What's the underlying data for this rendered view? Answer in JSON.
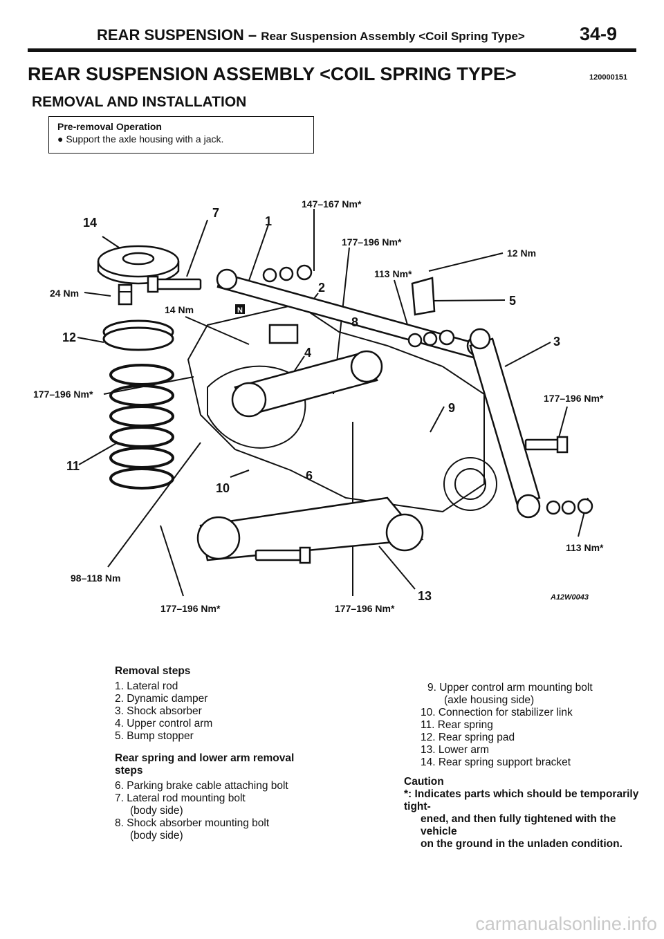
{
  "header": {
    "main": "REAR SUSPENSION",
    "dash": " – ",
    "sub": "Rear Suspension Assembly <Coil Spring Type>",
    "page": "34-9"
  },
  "title": "REAR SUSPENSION ASSEMBLY <COIL SPRING TYPE>",
  "doc_code": "120000151",
  "section": "REMOVAL AND INSTALLATION",
  "pre_removal": {
    "heading": "Pre-removal Operation",
    "items": [
      "●  Support the axle housing with a jack."
    ]
  },
  "diagram": {
    "figure_code": "A12W0043",
    "torque_labels": {
      "t147": "147–167 Nm*",
      "t177_top": "177–196 Nm*",
      "t12": "12 Nm",
      "t113_top": "113 Nm*",
      "t24": "24 Nm",
      "t14": "14 Nm",
      "t177_left": "177–196 Nm*",
      "t177_right": "177–196 Nm*",
      "t113_right": "113 Nm*",
      "t98": "98–118 Nm",
      "t177_bl": "177–196 Nm*",
      "t177_bm": "177–196 Nm*"
    },
    "part_numbers": {
      "n14": "14",
      "n7": "7",
      "n1": "1",
      "n2": "2",
      "n5": "5",
      "n12": "12",
      "n8": "8",
      "n3": "3",
      "n4": "4",
      "n9": "9",
      "n11": "11",
      "n6": "6",
      "n10": "10",
      "n13": "13"
    }
  },
  "removal": {
    "heading": "Removal steps",
    "items": [
      "1. Lateral rod",
      "2. Dynamic damper",
      "3. Shock absorber",
      "4. Upper control arm",
      "5. Bump stopper"
    ],
    "items_right": [
      {
        "text": "9. Upper control arm mounting bolt",
        "indent": " 9"
      },
      {
        "text": "(axle housing side)",
        "cont": true
      },
      {
        "text": "10. Connection for stabilizer link"
      },
      {
        "text": "11. Rear spring"
      },
      {
        "text": "12. Rear spring pad"
      },
      {
        "text": "13. Lower arm"
      },
      {
        "text": "14. Rear spring support bracket"
      }
    ]
  },
  "spring_removal": {
    "heading_1": "Rear spring and lower arm removal",
    "heading_2": "steps",
    "items": [
      {
        "text": "6. Parking brake cable attaching bolt"
      },
      {
        "text": "7. Lateral rod mounting bolt"
      },
      {
        "text": "(body side)",
        "cont": true
      },
      {
        "text": "8. Shock absorber mounting bolt"
      },
      {
        "text": "(body side)",
        "cont": true
      }
    ]
  },
  "caution": {
    "heading": "Caution",
    "line1": "*: Indicates parts which should be temporarily tight-",
    "line2": "ened, and then fully tightened with the vehicle",
    "line3": "on the ground in the unladen condition."
  },
  "watermark": "carmanualsonline.info"
}
